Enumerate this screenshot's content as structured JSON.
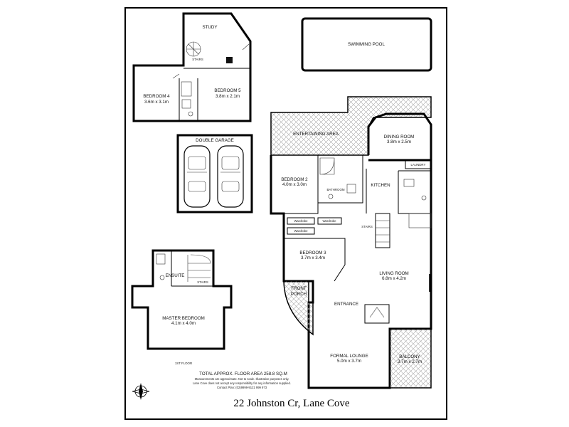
{
  "address": "22 Johnston Cr, Lane Cove",
  "floor_label": "1ST FLOOR",
  "area_note": "TOTAL APPROX. FLOOR AREA 258.8 SQ.M",
  "disclaimer": [
    "Measurements are approximate. Not to scale. Illustrative purposes only.",
    "Lane Cove does not accept any responsibility for any information supplied.",
    "Contact Plan: (02)9999-9121 999 973"
  ],
  "rooms": {
    "swimming_pool": "SWIMMING POOL",
    "study": "STUDY",
    "stairs_upper": "STAIRS",
    "bedroom4": {
      "name": "BEDROOM 4",
      "size": "3.6m x 3.1m"
    },
    "bedroom5": {
      "name": "BEDROOM 5",
      "size": "3.8m x 2.1m"
    },
    "double_garage": "DOUBLE GARAGE",
    "entertaining": "ENTERTAINING AREA",
    "dining": {
      "name": "DINING ROOM",
      "size": "3.8m x 2.5m"
    },
    "laundry": "LAUNDRY",
    "kitchen": "KITCHEN",
    "bedroom2": {
      "name": "BEDROOM 2",
      "size": "4.0m x 3.0m"
    },
    "bathroom": "BATHROOM",
    "wardrobe": "Wardrobe",
    "bedroom3": {
      "name": "BEDROOM 3",
      "size": "3.7m x 3.4m"
    },
    "living": {
      "name": "LIVING ROOM",
      "size": "6.8m x 4.2m"
    },
    "stairs_down": "STAIRS",
    "front_porch": [
      "FRONT",
      "PORCH"
    ],
    "entrance": "ENTRANCE",
    "formal_lounge": {
      "name": "FORMAL LOUNGE",
      "size": "5.0m x 3.7m"
    },
    "balcony": {
      "name": "BALCONY",
      "size": "3.7m x 2.7m"
    },
    "ensuite": "ENSUITE",
    "stairs_master": "STAIRS",
    "master": {
      "name": "MASTER BEDROOM",
      "size": "4.1m x 4.0m"
    }
  },
  "compass_icon": "compass-rose-icon"
}
